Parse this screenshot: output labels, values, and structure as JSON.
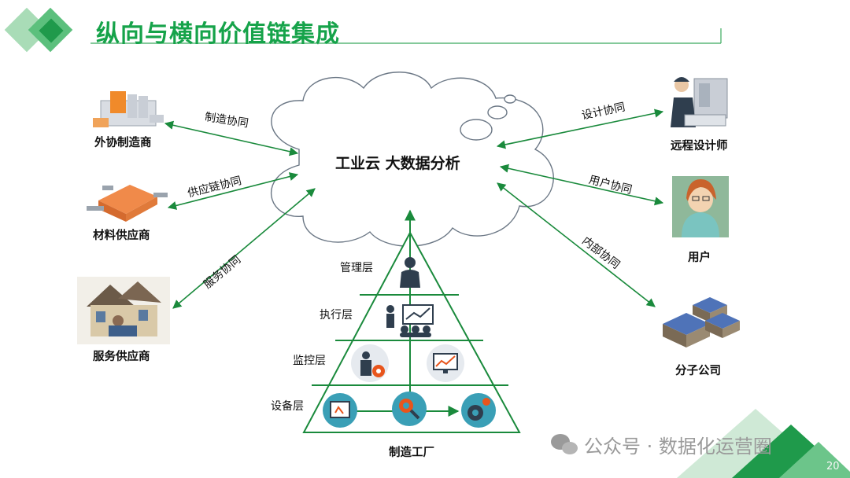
{
  "title": "纵向与横向价值链集成",
  "center": "工业云  大数据分析",
  "left_nodes": [
    {
      "name": "外协制造商",
      "edge": "制造协同"
    },
    {
      "name": "材料供应商",
      "edge": "供应链协同"
    },
    {
      "name": "服务供应商",
      "edge": "服务协同"
    }
  ],
  "right_nodes": [
    {
      "name": "远程设计师",
      "edge": "设计协同"
    },
    {
      "name": "用户",
      "edge": "用户协同"
    },
    {
      "name": "分子公司",
      "edge": "内部协同"
    }
  ],
  "pyramid": {
    "layers": [
      "管理层",
      "执行层",
      "监控层",
      "设备层"
    ],
    "base": "制造工厂"
  },
  "watermark": "公众号 · 数据化运营圈",
  "page_number": "20",
  "colors": {
    "accent": "#16a34a",
    "arrow": "#1a8a3c",
    "teal": "#3a9fb6",
    "icon_dark": "#2f3e4e"
  }
}
